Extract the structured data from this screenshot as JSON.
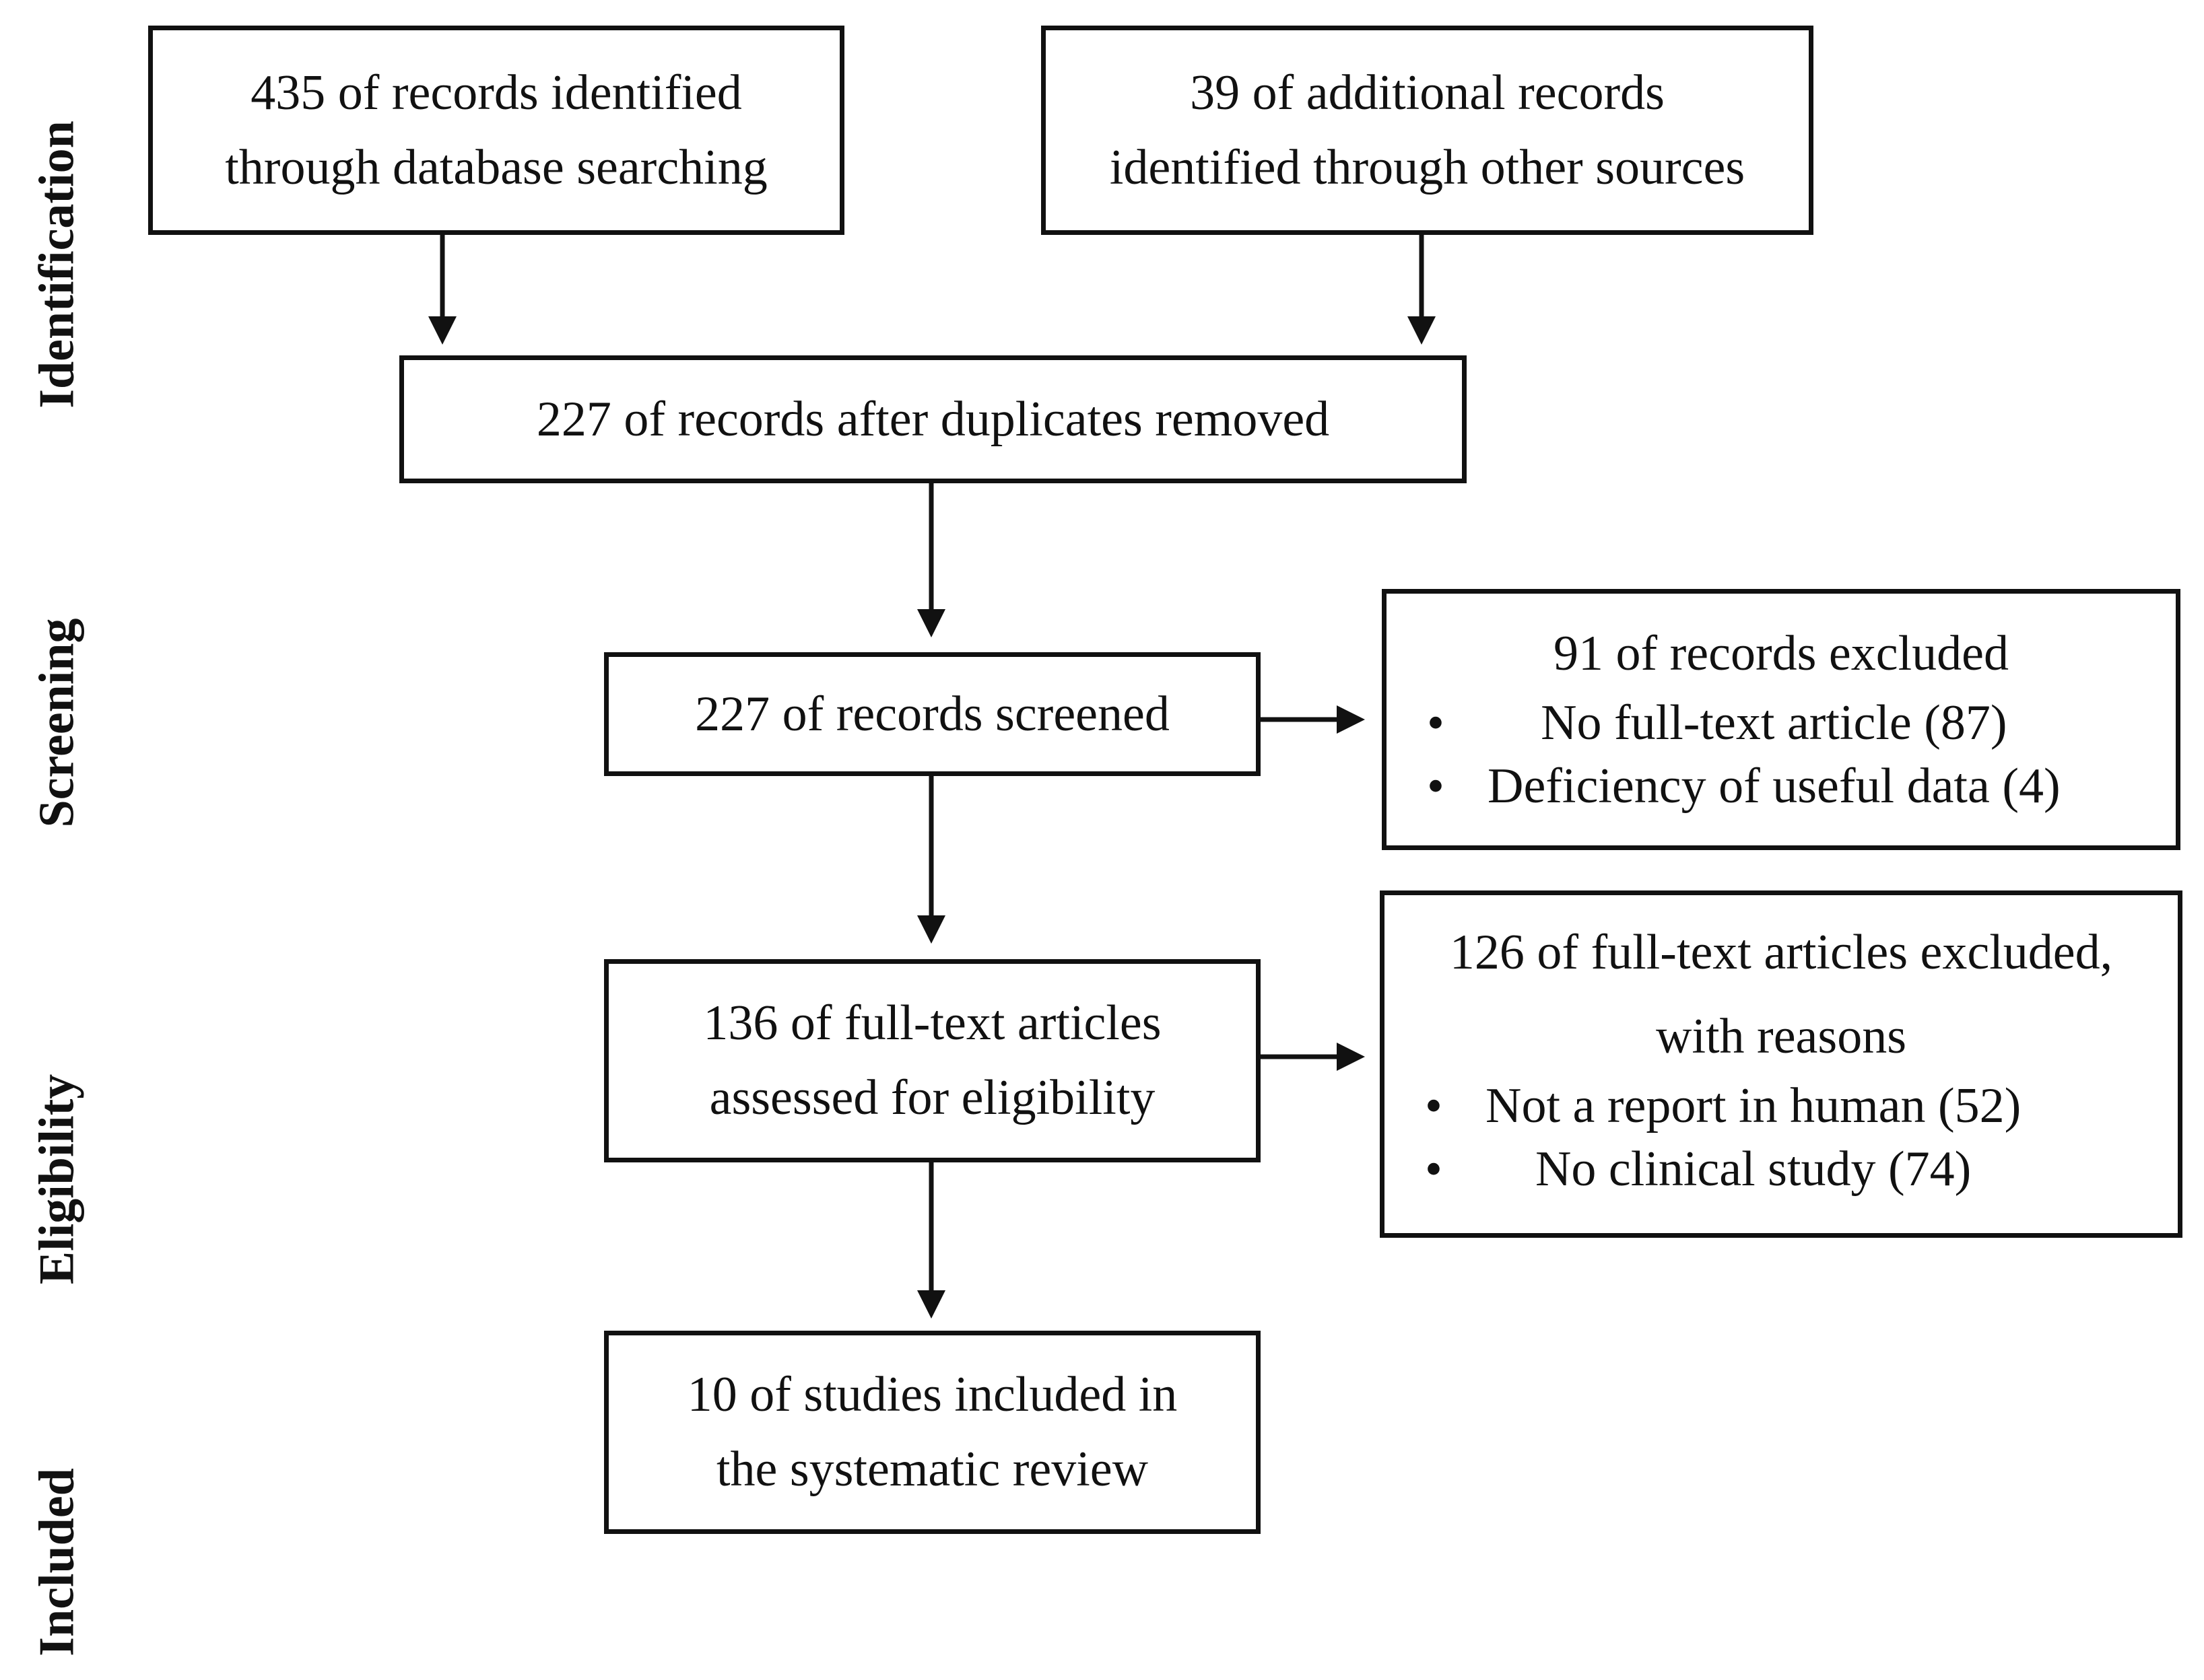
{
  "stages": {
    "identification": "Identification",
    "screening": "Screening",
    "eligibility": "Eligibility",
    "included": "Included"
  },
  "boxes": {
    "database": {
      "line1": "435 of records identified",
      "line2": "through database searching"
    },
    "other_sources": {
      "line1": "39 of additional records",
      "line2": "identified through other sources"
    },
    "duplicates_removed": {
      "line1": "227 of records after duplicates removed"
    },
    "screened": {
      "line1": "227 of records screened"
    },
    "records_excluded": {
      "heading": "91 of records excluded",
      "reasons": [
        "No full-text article (87)",
        "Deficiency of useful data (4)"
      ]
    },
    "full_text_assessed": {
      "line1": "136 of full-text articles",
      "line2": "assessed for eligibility"
    },
    "full_text_excluded": {
      "heading": "126 of full-text articles excluded,",
      "heading2": "with reasons",
      "reasons": [
        "Not a report in human (52)",
        "No clinical study (74)"
      ]
    },
    "included": {
      "line1": "10 of studies included in",
      "line2": "the systematic review"
    }
  },
  "bullet_symbol": "•",
  "colors": {
    "stroke": "#111111",
    "background": "#ffffff"
  }
}
